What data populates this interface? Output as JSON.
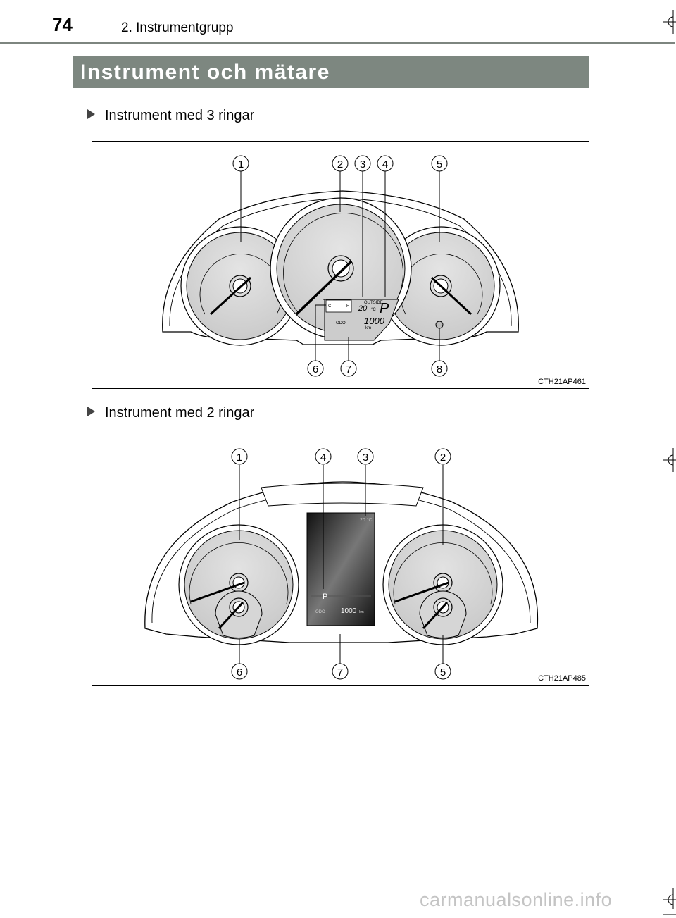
{
  "header": {
    "page_number": "74",
    "section": "2. Instrumentgrupp"
  },
  "title": "Instrument och mätare",
  "figure1": {
    "caption": "Instrument med 3 ringar",
    "code": "CTH21AP461",
    "callouts": [
      "1",
      "2",
      "3",
      "4",
      "5",
      "6",
      "7",
      "8"
    ],
    "display": {
      "outside_label": "OUTSIDE",
      "temperature": "20",
      "temp_unit": "°C",
      "gear": "P",
      "odo_label": "ODO",
      "odometer": "1000",
      "odo_unit": "km",
      "cold_label": "C",
      "hot_label": "H"
    }
  },
  "figure2": {
    "caption": "Instrument med 2 ringar",
    "code": "CTH21AP485",
    "callouts": [
      "1",
      "4",
      "3",
      "2",
      "6",
      "7",
      "5"
    ],
    "display": {
      "temperature": "20 °C",
      "gear": "P",
      "odo_label": "ODO",
      "odometer": "1000",
      "odo_unit": "km"
    }
  },
  "footer": "carmanualsonline.info"
}
